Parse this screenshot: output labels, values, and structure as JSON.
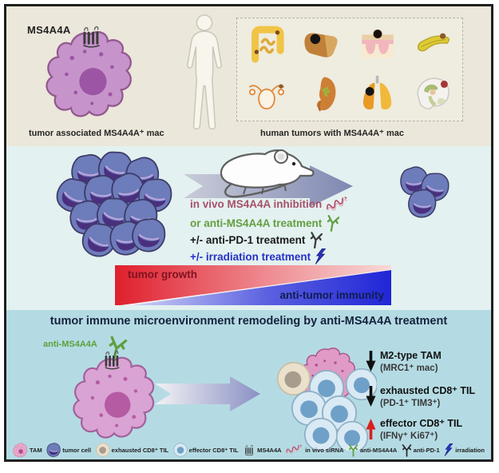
{
  "colors": {
    "top_bg": "#ebe7da",
    "middle_bg": "#e3f1f0",
    "bottom_bg": "#b4dbe3",
    "frame_border": "#1f1f1f",
    "inhibition_text": "#a8506a",
    "anti_ms4a4a_text": "#649f40",
    "irradiation_text": "#2631c8",
    "tumor_growth_wedge": "#e01f2d",
    "anti_tumor_wedge": "#2026d6",
    "effector_up_arrow": "#d81f1f"
  },
  "top": {
    "ms4a4a_label": "MS4A4A",
    "left_caption": "tumor associated MS4A4A⁺ mac",
    "right_caption": "human tumors with MS4A4A⁺ mac",
    "organ_icons": [
      "intestine",
      "liver",
      "skin",
      "pancreas",
      "uterus",
      "kidney",
      "lung",
      "brain"
    ]
  },
  "middle": {
    "treatments": [
      {
        "text": "in vivo MS4A4A inhibition",
        "icon": "sirna-icon",
        "color": "#a8506a"
      },
      {
        "text": "or anti-MS4A4A treatment",
        "icon": "antibody-green-icon",
        "color": "#649f40"
      },
      {
        "text": "+/- anti-PD-1 treatment",
        "icon": "antibody-black-icon",
        "color": "#1a1a1a"
      },
      {
        "text": "+/- irradiation treatment",
        "icon": "lightning-icon",
        "color": "#2631c8"
      }
    ],
    "tumor_growth_label": "tumor growth",
    "anti_tumor_label": "anti-tumor immunity"
  },
  "bottom": {
    "header": "tumor immune microenvironment remodeling by anti-MS4A4A treatment",
    "antibody_label": "anti-MS4A4A",
    "outcomes": [
      {
        "direction": "down",
        "title": "M2-type TAM",
        "subtitle": "(MRC1⁺ mac)"
      },
      {
        "direction": "down",
        "title": "exhausted CD8⁺ TIL",
        "subtitle": "(PD-1⁺ TIM3⁺)"
      },
      {
        "direction": "up",
        "title": "effector CD8⁺ TIL",
        "subtitle": "(IFNγ⁺ Ki67⁺)"
      }
    ]
  },
  "legend": [
    {
      "icon": "tam-cell-icon",
      "label": "TAM"
    },
    {
      "icon": "tumor-cell-icon",
      "label": "tumor cell"
    },
    {
      "icon": "exhausted-til-icon",
      "label": "exhausted CD8⁺ TIL"
    },
    {
      "icon": "effector-til-icon",
      "label": "effector CD8⁺ TIL"
    },
    {
      "icon": "ms4a4a-receptor-icon",
      "label": "MS4A4A"
    },
    {
      "icon": "sirna-icon",
      "label": "in vivo siRNA"
    },
    {
      "icon": "antibody-green-icon",
      "label": "anti-MS4A4A"
    },
    {
      "icon": "antibody-black-icon",
      "label": "anti-PD-1"
    },
    {
      "icon": "lightning-icon",
      "label": "irradiation"
    }
  ]
}
